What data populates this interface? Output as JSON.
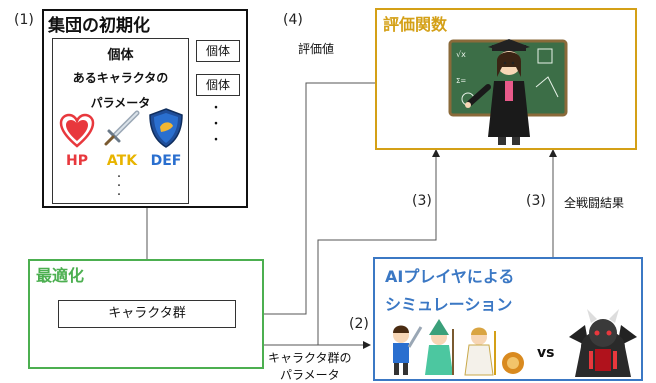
{
  "init": {
    "step": "(1)",
    "title": "集団の初期化",
    "individual_title": "個体",
    "desc_line1": "あるキャラクタの",
    "desc_line2": "パラメータ",
    "params": [
      {
        "label": "HP",
        "color": "#e8383d"
      },
      {
        "label": "ATK",
        "color": "#e8b400"
      },
      {
        "label": "DEF",
        "color": "#2a6fcf"
      }
    ],
    "others": [
      "個体",
      "個体"
    ],
    "dots": "・"
  },
  "eval": {
    "title": "評価関数",
    "color": "#d4a017",
    "step": "(4)",
    "output_label": "評価値"
  },
  "optimize": {
    "title": "最適化",
    "color": "#4caf50",
    "group_label": "キャラクタ群"
  },
  "sim": {
    "title_line1": "AIプレイヤによる",
    "title_line2": "シミュレーション",
    "color": "#3b78c4",
    "vs": "vs"
  },
  "arrows": {
    "step2": "(2)",
    "step3a": "(3)",
    "step3b": "(3)",
    "battle_result": "全戦闘結果",
    "param_line1": "キャラクタ群の",
    "param_line2": "パラメータ"
  }
}
